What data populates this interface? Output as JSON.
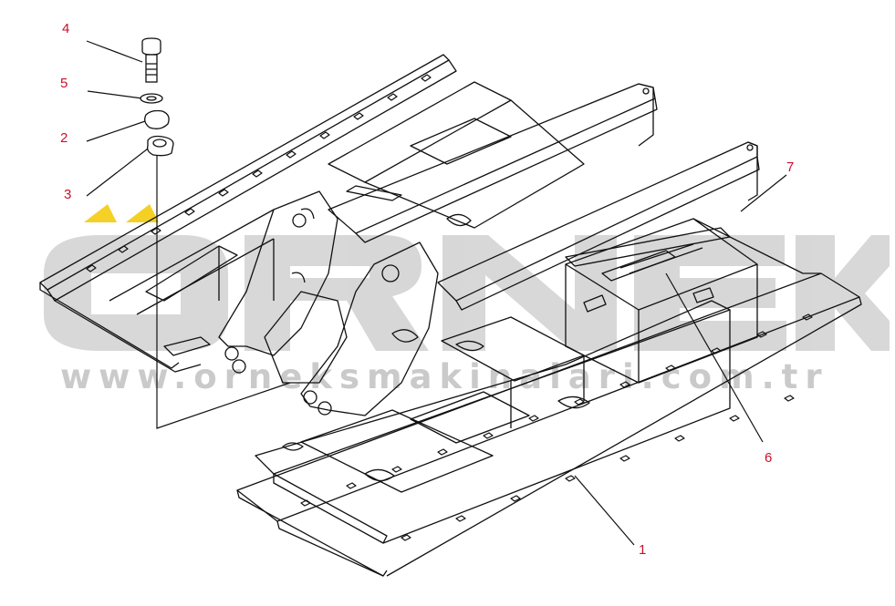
{
  "diagram": {
    "callouts": [
      {
        "id": "4",
        "text": "4"
      },
      {
        "id": "5",
        "text": "5"
      },
      {
        "id": "2",
        "text": "2"
      },
      {
        "id": "3",
        "text": "3"
      },
      {
        "id": "7",
        "text": "7"
      },
      {
        "id": "6",
        "text": "6"
      },
      {
        "id": "1",
        "text": "1"
      }
    ],
    "watermark": {
      "brand": "ÖRNEK",
      "url": "www.orneksmakinalari.com.tr",
      "brand_color": "#c9c9c9",
      "accent_color": "#f3c800"
    },
    "callout_color": "#c8102e",
    "line_color": "#111111"
  }
}
